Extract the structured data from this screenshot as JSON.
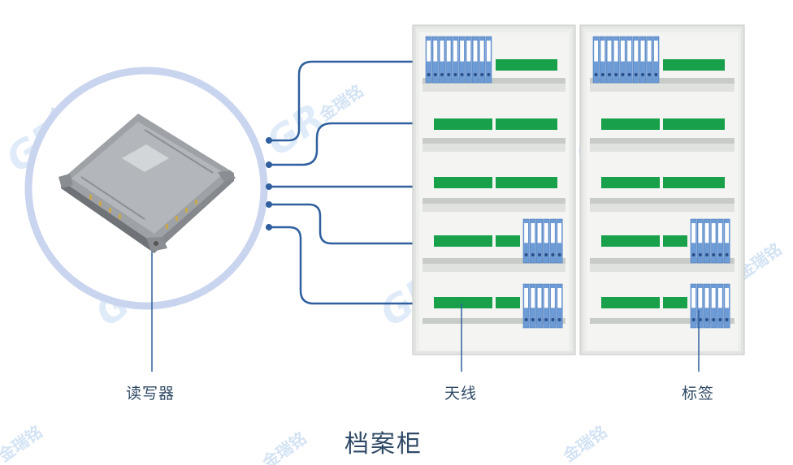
{
  "labels": {
    "reader": "读写器",
    "antenna": "天线",
    "tag": "标签",
    "cabinet": "档案柜"
  },
  "watermark": {
    "text": "金瑞铭",
    "logo": "GR"
  },
  "colors": {
    "line": "#2f5f9e",
    "circle": "#c9d4ef",
    "cabinet_frame": "#d9dcd8",
    "shelf": "#c5c9c4",
    "antenna": "#18a04a",
    "binder": "#6d9bd6",
    "label_text": "#2f4a66"
  }
}
